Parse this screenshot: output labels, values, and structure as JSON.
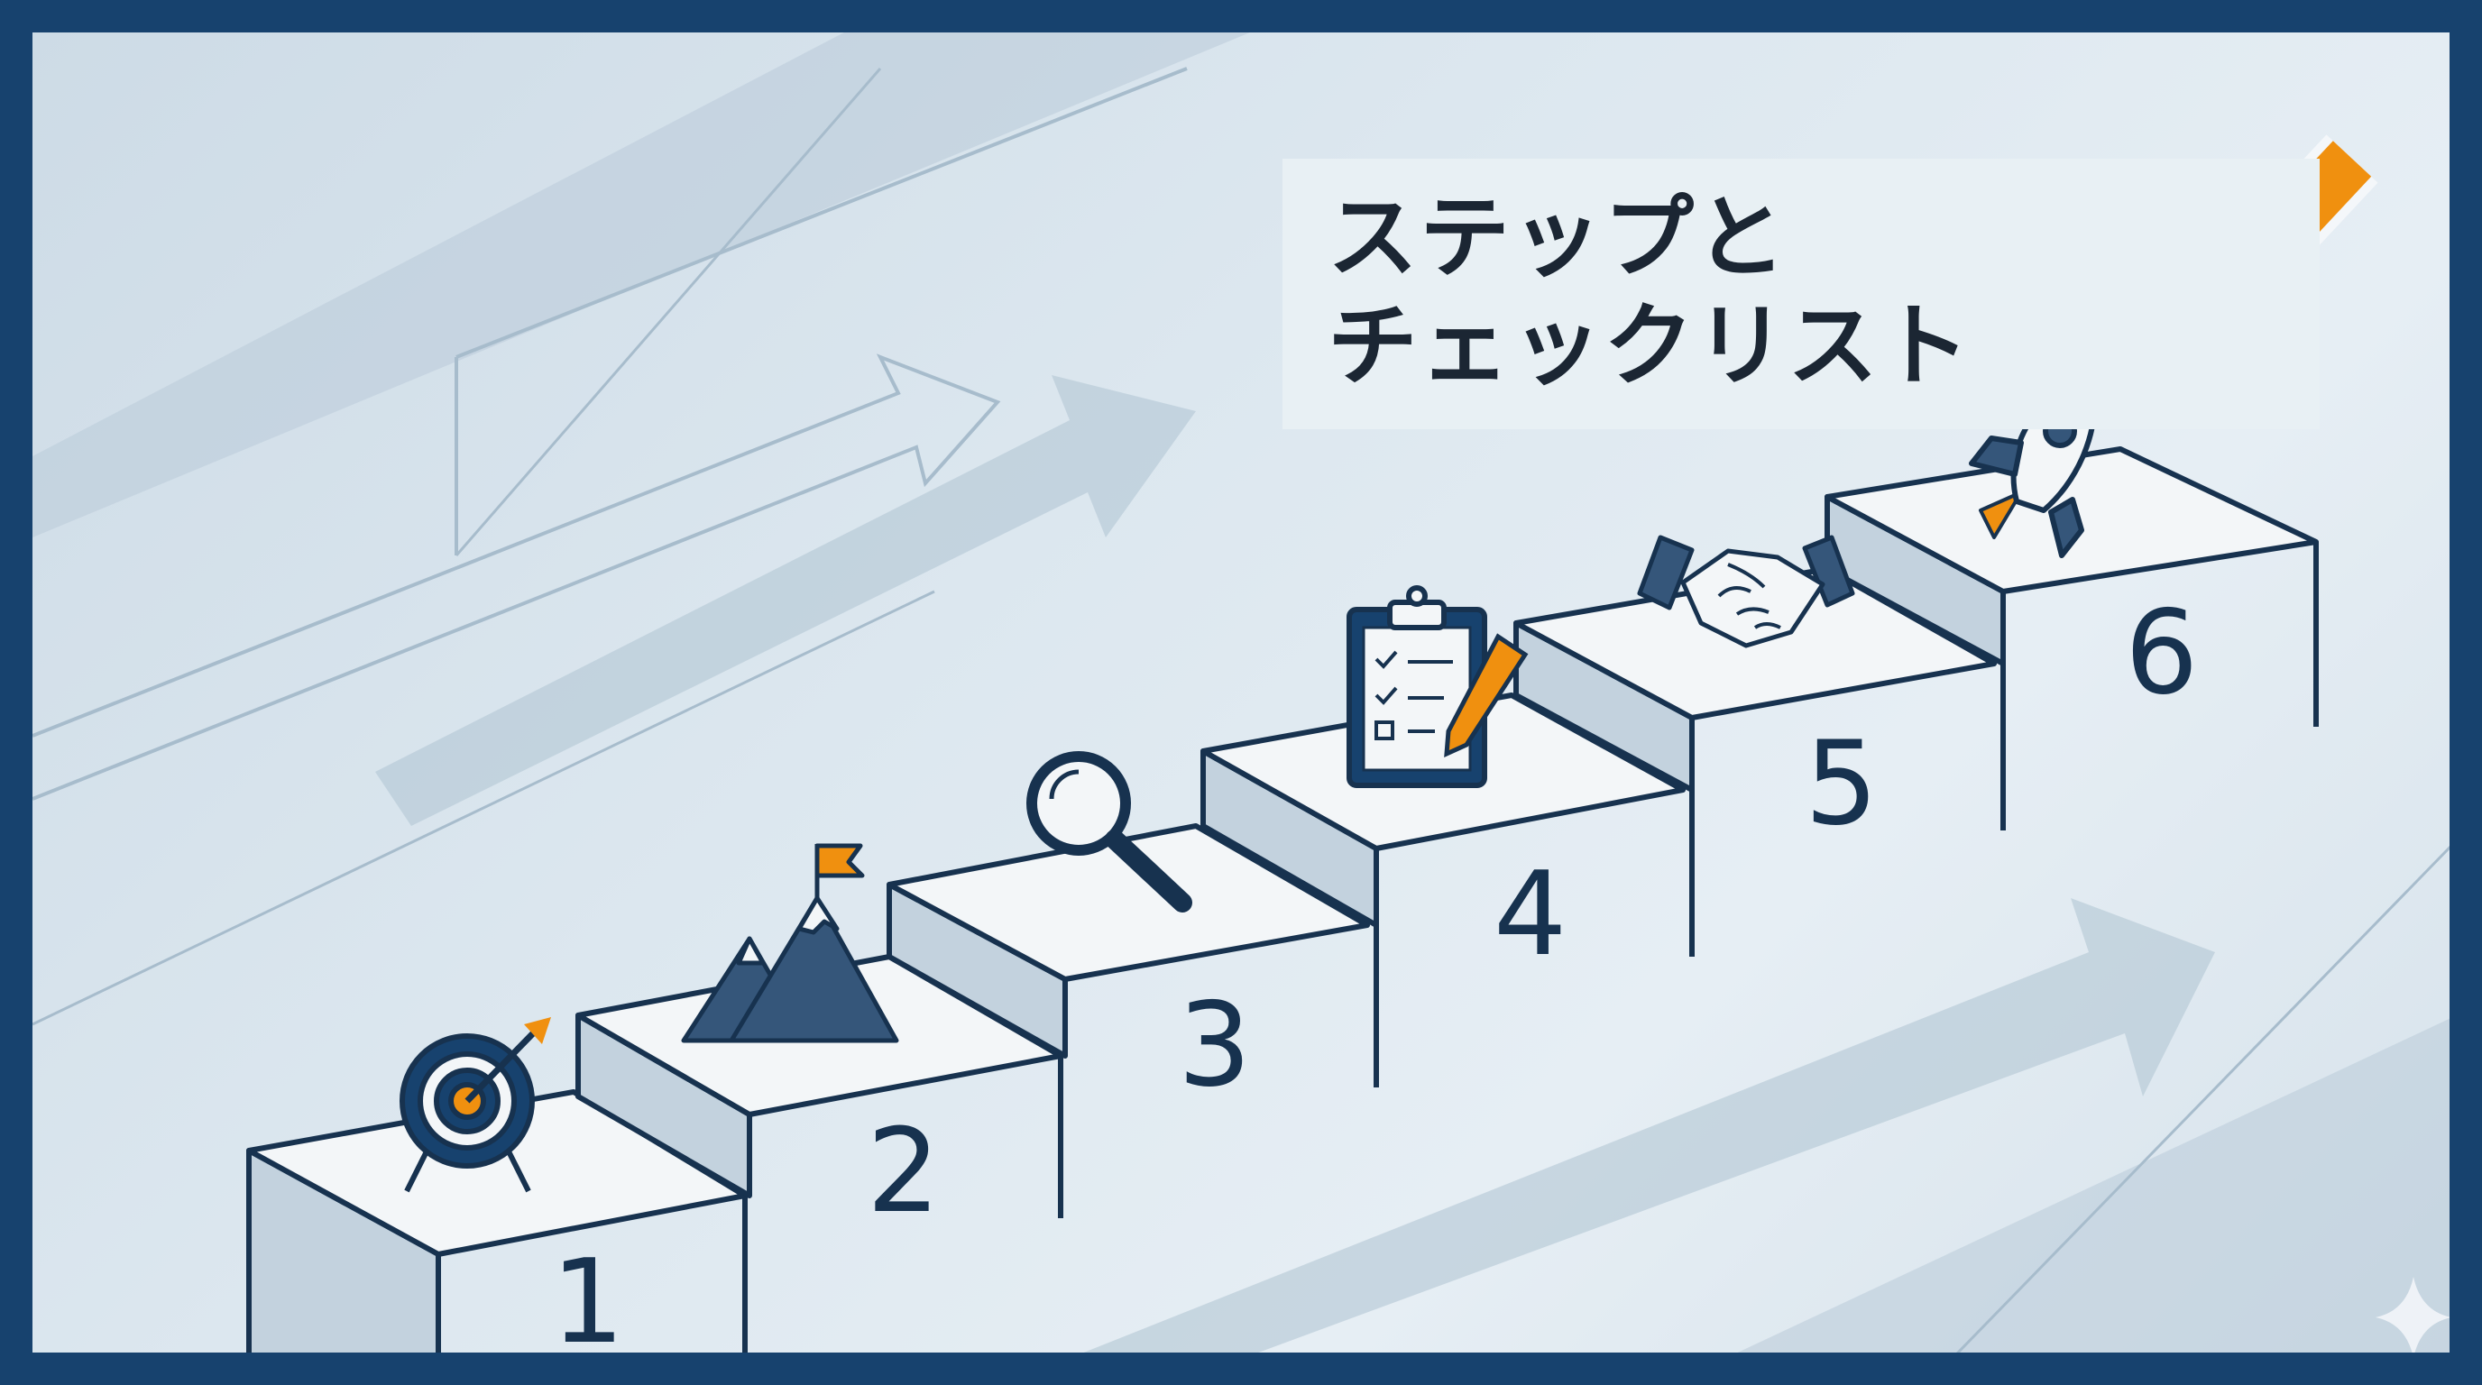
{
  "title": {
    "line1": "ステップと",
    "line2": "チェックリスト"
  },
  "steps": [
    {
      "number": "1",
      "icon": "target-icon"
    },
    {
      "number": "2",
      "icon": "mountain-flag-icon"
    },
    {
      "number": "3",
      "icon": "magnifier-icon"
    },
    {
      "number": "4",
      "icon": "clipboard-checklist-icon"
    },
    {
      "number": "5",
      "icon": "handshake-icon"
    },
    {
      "number": "6",
      "icon": "rocket-icon"
    }
  ],
  "colors": {
    "navy": "#17426e",
    "accent_orange": "#f0900f",
    "step_top": "#f3f6f8",
    "step_side": "#c3d2de",
    "background": "#dce7ef"
  }
}
